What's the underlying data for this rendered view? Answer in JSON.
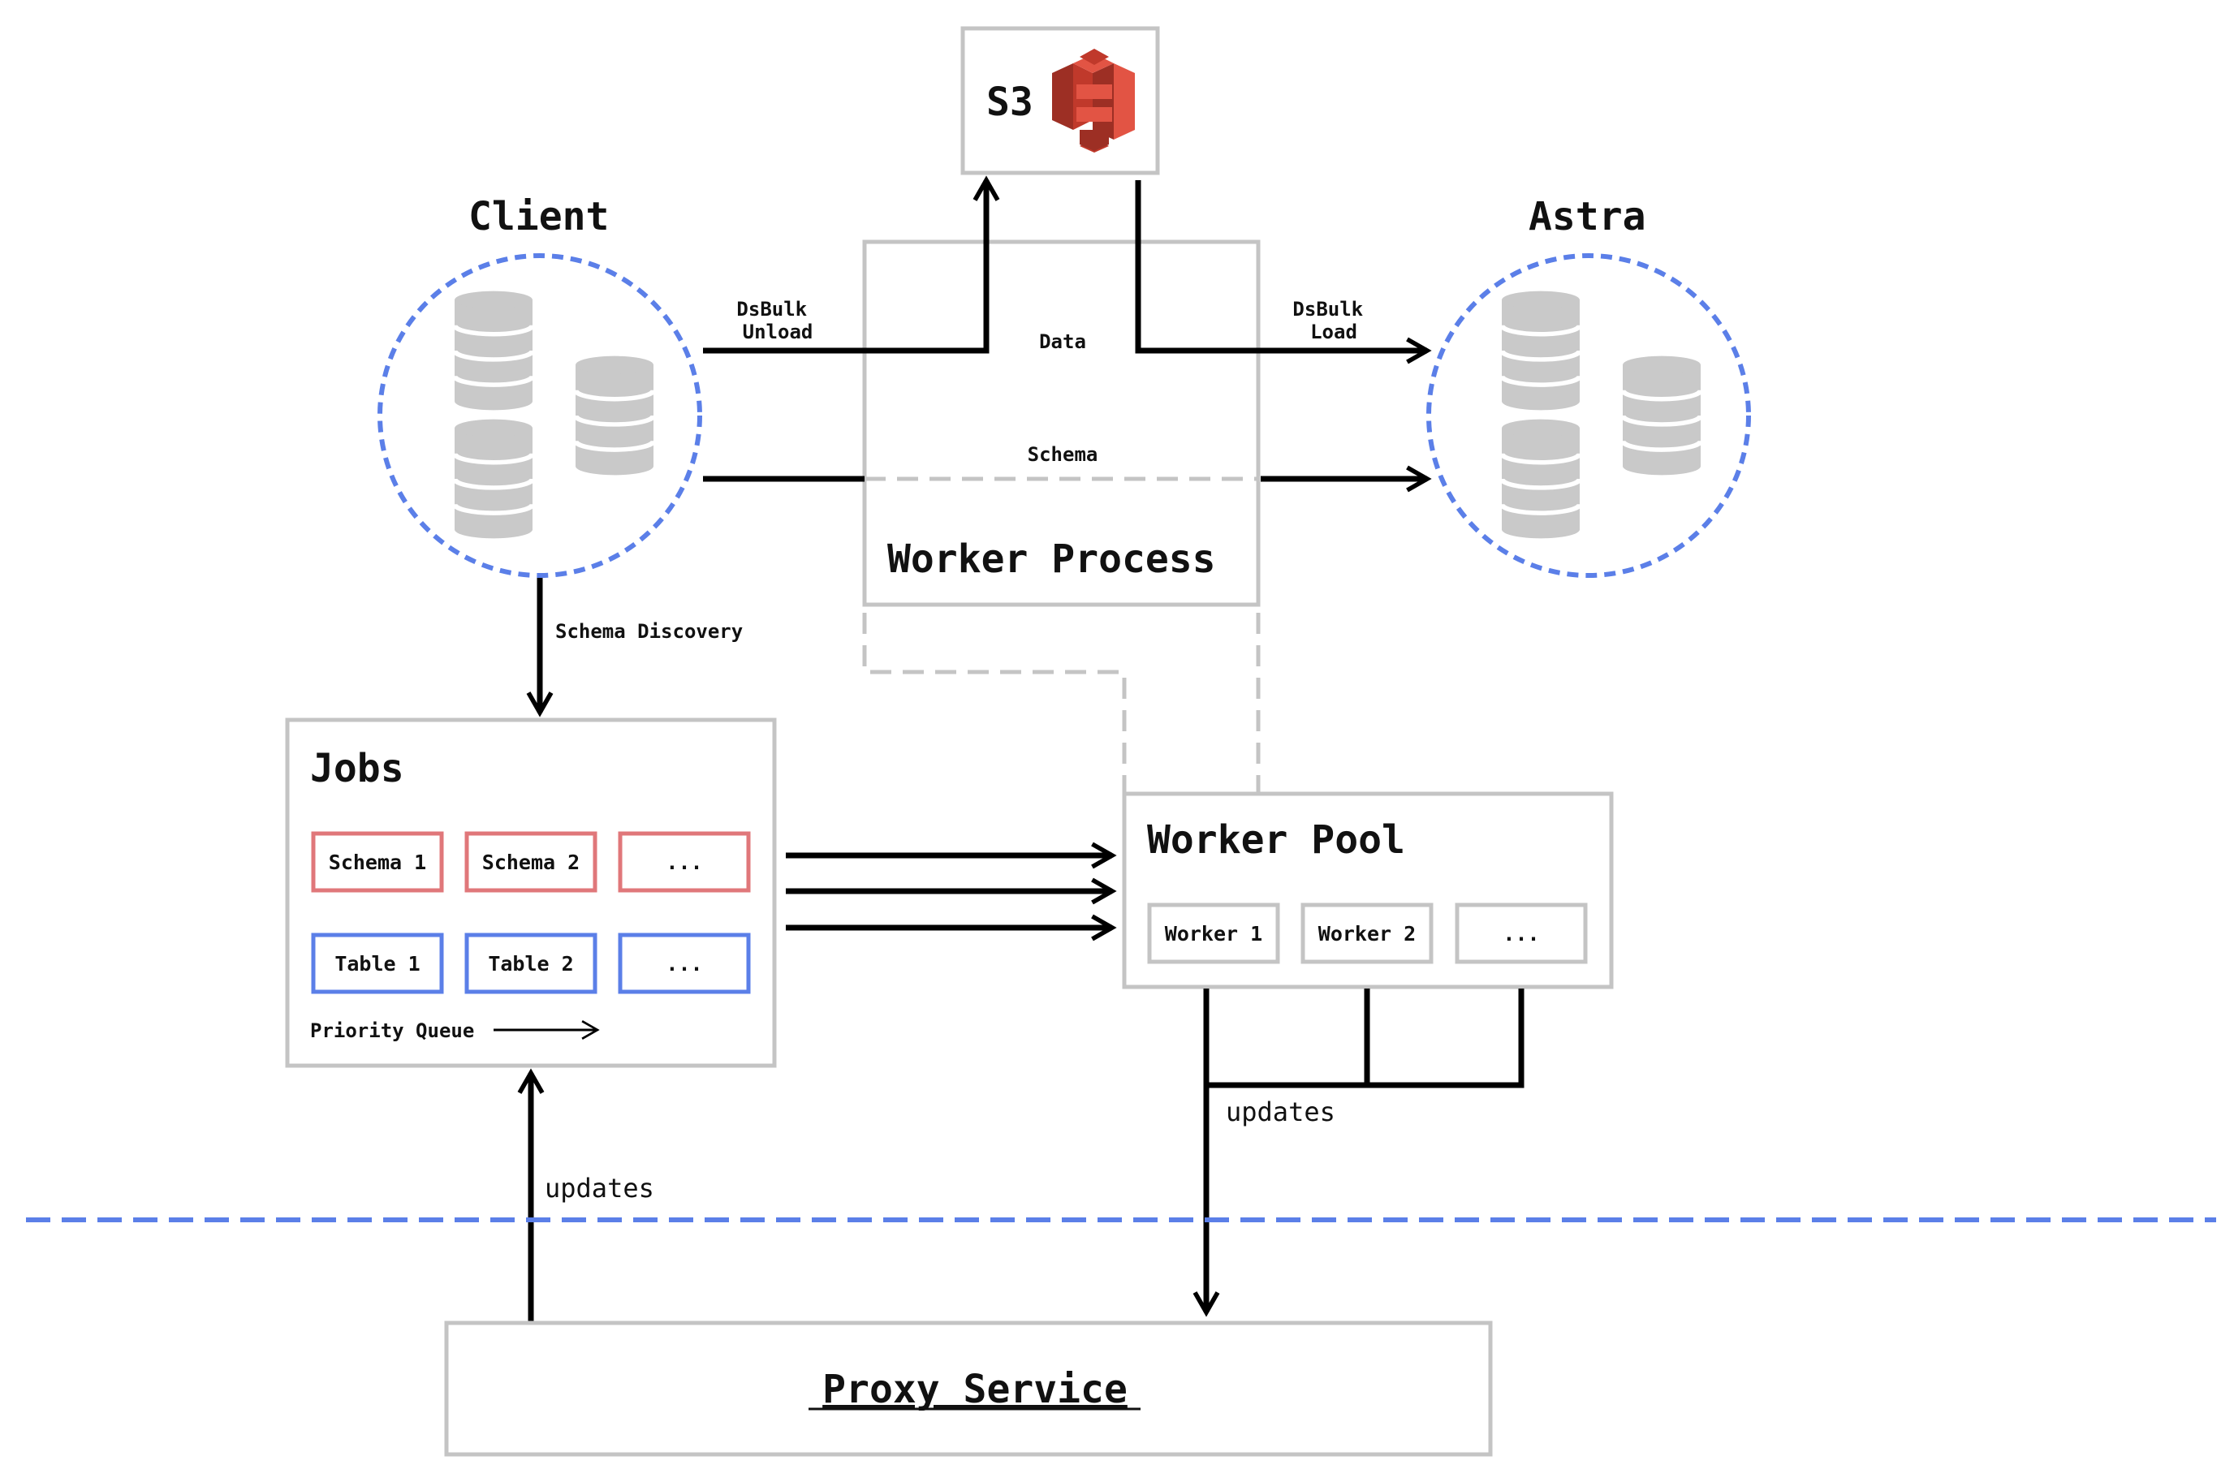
{
  "s3": {
    "label": "S3",
    "icon": "s3-bucket-icon",
    "color": "#e25444"
  },
  "client": {
    "label": "Client",
    "icon": "database-icon"
  },
  "astra": {
    "label": "Astra",
    "icon": "database-icon"
  },
  "arrows": {
    "dsbulk_unload": [
      "DsBulk",
      "Unload"
    ],
    "dsbulk_load": [
      "DsBulk",
      "Load"
    ],
    "data": "Data",
    "schema": "Schema",
    "schema_discovery": "Schema Discovery",
    "updates_left": "updates",
    "updates_right": "updates"
  },
  "worker_process": {
    "label": "Worker Process"
  },
  "jobs": {
    "title": "Jobs",
    "schema_items": [
      "Schema 1",
      "Schema 2",
      "..."
    ],
    "table_items": [
      "Table 1",
      "Table 2",
      "..."
    ],
    "queue_label": "Priority Queue"
  },
  "worker_pool": {
    "title": "Worker Pool",
    "workers": [
      "Worker 1",
      "Worker 2",
      "..."
    ]
  },
  "proxy": {
    "label": "Proxy Service"
  },
  "colors": {
    "box_border": "#c4c4c4",
    "accent_blue": "#5b7fe8",
    "accent_red": "#e0777a",
    "arrow": "#000000",
    "db_gray": "#c9c9c9"
  }
}
